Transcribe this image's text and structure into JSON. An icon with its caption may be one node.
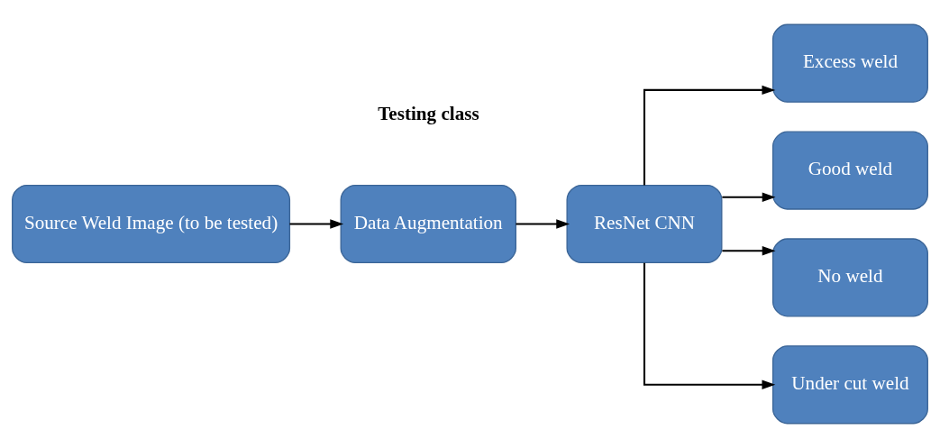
{
  "diagram": {
    "nodes": [
      {
        "text": [
          "Source Weld Image (to be tested)"
        ]
      },
      {
        "text": [
          "Data Augmentation"
        ]
      },
      {
        "text": [
          "ResNet CNN"
        ]
      },
      {
        "text": [
          "Excess weld"
        ]
      },
      {
        "text": [
          "Good weld"
        ]
      },
      {
        "text": [
          "No weld"
        ]
      },
      {
        "text": [
          "Under cut weld"
        ]
      }
    ],
    "edges": [
      {
        "from": 0,
        "to": 1,
        "arrow": "to"
      },
      {
        "from": 1,
        "to": 2,
        "arrow": "to"
      },
      {
        "from": 2,
        "to": 3,
        "arrow": "to"
      },
      {
        "from": 2,
        "to": 4,
        "arrow": "to"
      },
      {
        "from": 2,
        "to": 5,
        "arrow": "to"
      },
      {
        "from": 2,
        "to": 6,
        "arrow": "to"
      }
    ],
    "labels": [
      "Testing class"
    ]
  }
}
